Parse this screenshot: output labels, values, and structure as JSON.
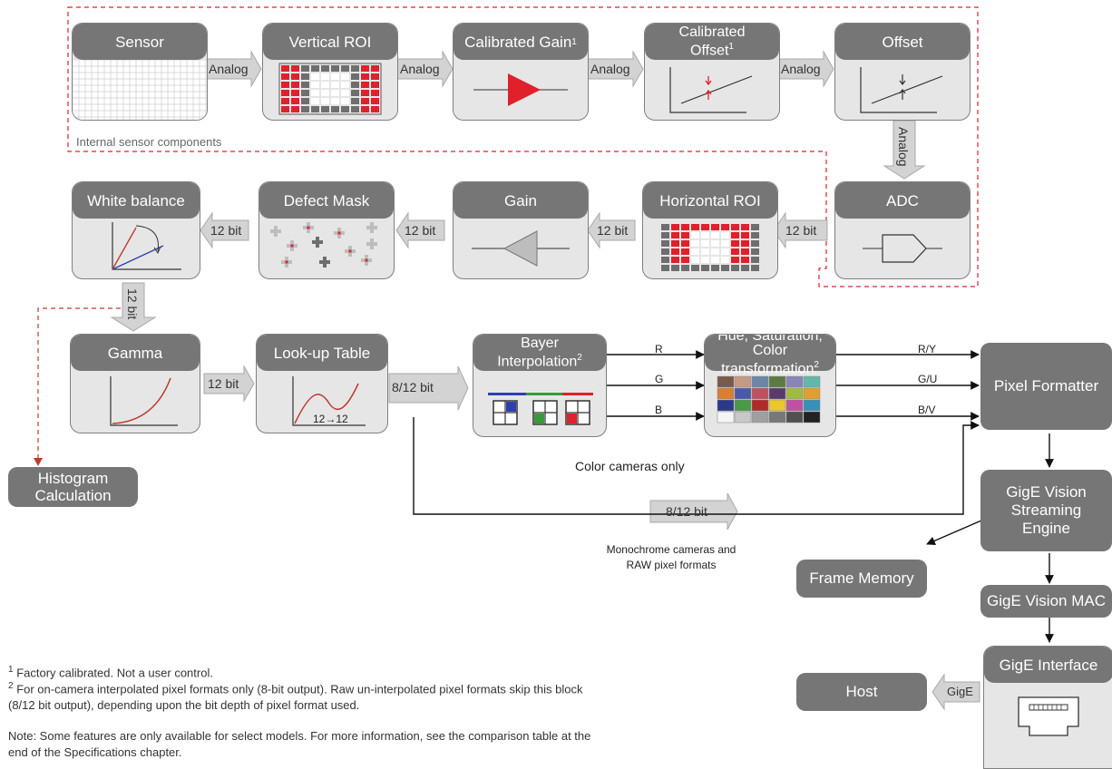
{
  "blocks": {
    "sensor": "Sensor",
    "vertical_roi": "Vertical ROI",
    "calibrated_gain": "Calibrated Gain",
    "calibrated_offset_l1": "Calibrated",
    "calibrated_offset_l2": "Offset",
    "offset": "Offset",
    "adc": "ADC",
    "horizontal_roi": "Horizontal ROI",
    "gain": "Gain",
    "defect_mask": "Defect Mask",
    "white_balance": "White balance",
    "gamma": "Gamma",
    "lookup_table": "Look-up Table",
    "bayer_l1": "Bayer",
    "bayer_l2": "Interpolation",
    "hue_l1": "Hue, Saturation,",
    "hue_l2": "Color transformation",
    "pixel_formatter": "Pixel Formatter",
    "histogram": "Histogram Calculation",
    "streaming_engine": "GigE Vision Streaming Engine",
    "frame_memory": "Frame Memory",
    "gige_mac": "GigE Vision MAC",
    "gige_interface": "GigE Interface",
    "host": "Host"
  },
  "footnote_marks": {
    "one": "1",
    "two": "2"
  },
  "labels": {
    "analog": "Analog",
    "bit12": "12 bit",
    "bit8_12": "8/12 bit",
    "gige": "GigE",
    "internal": "Internal sensor components",
    "r": "R",
    "g": "G",
    "b": "B",
    "ry": "R/Y",
    "gu": "G/U",
    "bv": "B/V",
    "color_only": "Color cameras only",
    "mono_l1": "Monochrome cameras and",
    "mono_l2": "RAW pixel formats",
    "lut_caption": "12→12"
  },
  "notes": {
    "note1": "Factory calibrated. Not a user control.",
    "note2_l1": "For on-camera interpolated pixel formats only (8-bit output). Raw un-interpolated pixel formats skip this block",
    "note2_l2": "(8/12 bit output), depending upon the bit depth of pixel format used.",
    "note3_l1": "Note: Some features are only available for select models. For more information, see the comparison table at the",
    "note3_l2": "end of the Specifications chapter."
  },
  "colors": {
    "accent_red": "#e0202a",
    "block_header": "#767676",
    "block_body": "#e6e6e6",
    "arrow": "#d3d3d3"
  }
}
